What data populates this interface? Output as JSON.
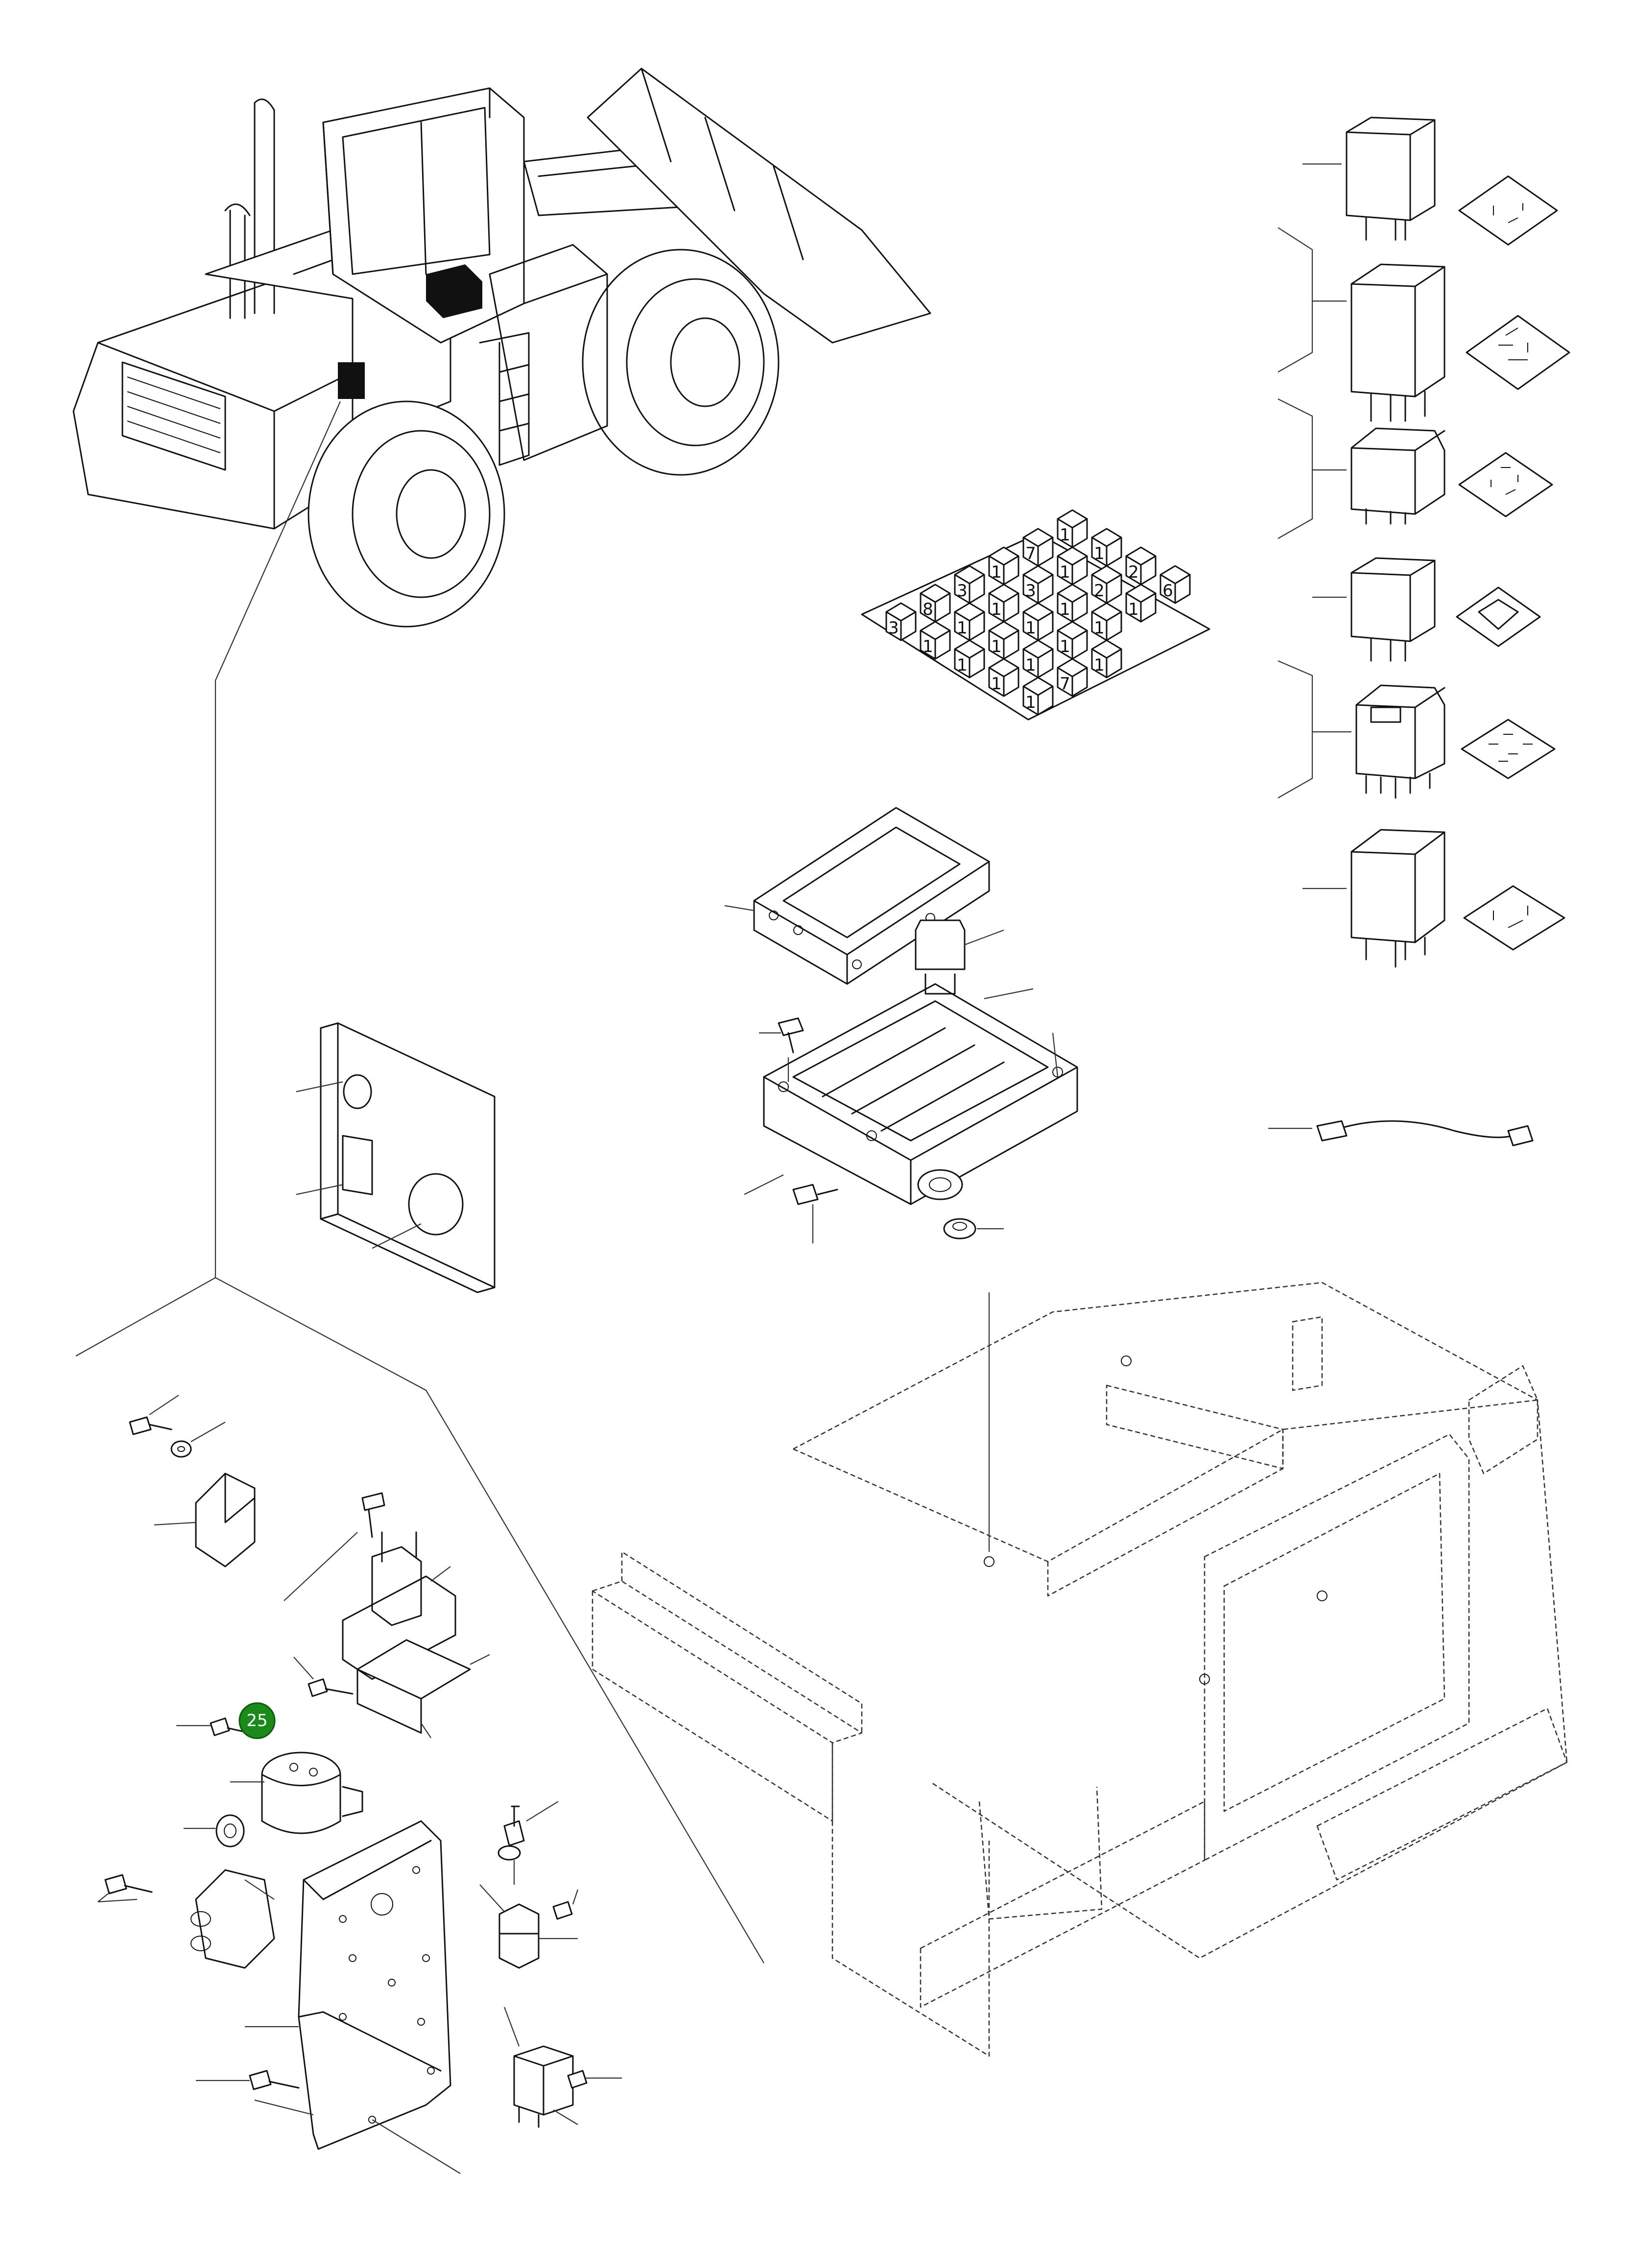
{
  "callout": {
    "label": "25",
    "color": "#1a8a1a"
  },
  "relay_block": {
    "relay_numbers": [
      "3",
      "8",
      "3",
      "1",
      "7",
      "1",
      "1",
      "1",
      "1",
      "3",
      "1",
      "1",
      "1",
      "1",
      "1",
      "1",
      "2",
      "2",
      "1",
      "1",
      "1",
      "1",
      "1",
      "6",
      "1",
      "7",
      "1"
    ]
  },
  "icons": {
    "machine": "wheel-loader-illustration",
    "relay": "relay-icon",
    "pin_pattern": "pin-pattern-icon",
    "bolt": "bolt-icon",
    "frame": "chassis-frame-dashed"
  }
}
